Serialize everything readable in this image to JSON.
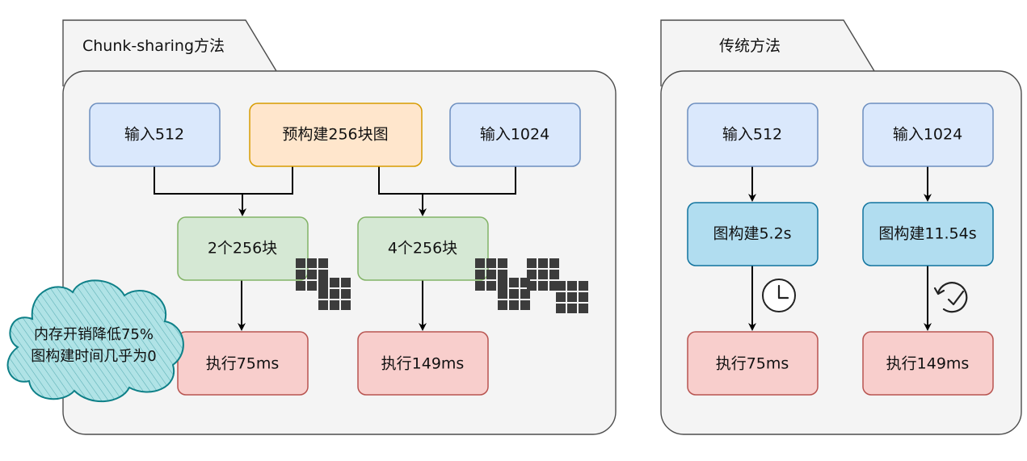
{
  "colors": {
    "container_fill": "#f4f4f4",
    "container_stroke": "#4d4d4d",
    "input_fill": "#dae8fc",
    "input_stroke": "#6c8ebf",
    "prebuild_fill": "#ffe6cc",
    "prebuild_stroke": "#d79b00",
    "chunk_fill": "#d5e8d4",
    "chunk_stroke": "#82b366",
    "build_fill": "#b1ddf0",
    "build_stroke": "#10739e",
    "exec_fill": "#f8cecc",
    "exec_stroke": "#b85450",
    "cloud_fill": "#b0e3e6",
    "cloud_stroke": "#0e8088",
    "grid_square": "#3c3c3c"
  },
  "chunk_sharing": {
    "title": "Chunk-sharing方法",
    "input_512": "输入512",
    "prebuild": "预构建256块图",
    "input_1024": "输入1024",
    "chunks_2": "2个256块",
    "chunks_4": "4个256块",
    "exec_75": "执行75ms",
    "exec_149": "执行149ms"
  },
  "traditional": {
    "title": "传统方法",
    "input_512": "输入512",
    "input_1024": "输入1024",
    "build_52": "图构建5.2s",
    "build_1154": "图构建11.54s",
    "exec_75": "执行75ms",
    "exec_149": "执行149ms",
    "clock_icon": "clock-icon",
    "clock_refresh_icon": "clock-refresh-icon"
  },
  "callout": {
    "line1": "内存开销降低75%",
    "line2": "图构建时间几乎为0"
  }
}
